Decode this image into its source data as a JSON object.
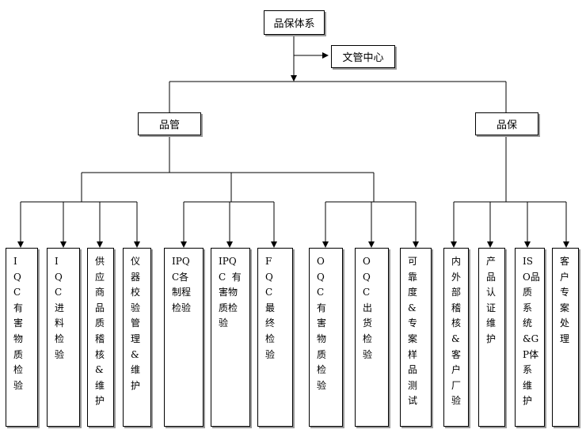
{
  "root": "品保体系",
  "doc_center": "文管中心",
  "quality_control": {
    "title": "品管",
    "items": [
      "IQC有害物质检验",
      "IQC进料检验",
      "供应商品质稽核&维护",
      "仪器校验管理&维护",
      "IPQC各制程检验",
      "IPQC  有害物质检验",
      "FQC最终检验",
      "OQC有害物质检验",
      "OQC出货检验",
      "可靠度&专案样品测试"
    ]
  },
  "quality_assurance": {
    "title": "品保",
    "items": [
      "内外部稽核&客户厂验",
      "产品认证维护",
      "ISO品质系统&GP体系维护",
      "客户专案处理"
    ]
  }
}
